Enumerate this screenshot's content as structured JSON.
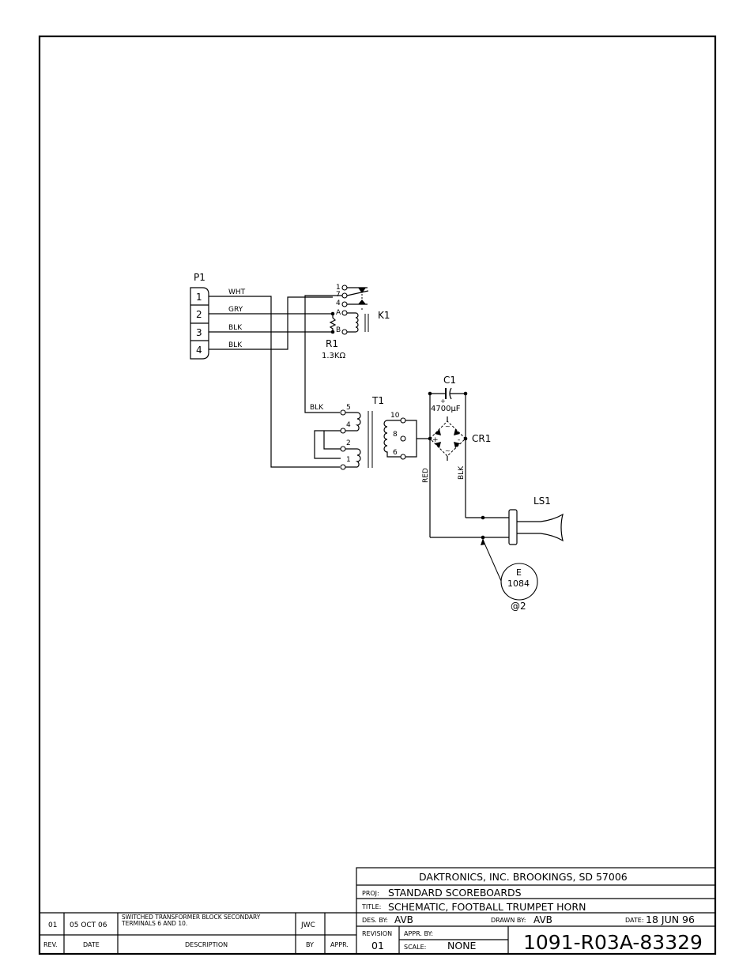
{
  "schematic": {
    "p1": {
      "label": "P1",
      "pins": [
        "1",
        "2",
        "3",
        "4"
      ],
      "wires": [
        "WHT",
        "GRY",
        "BLK",
        "BLK"
      ]
    },
    "k1": {
      "label": "K1",
      "pins": [
        "1",
        "7",
        "4",
        "A",
        "B"
      ]
    },
    "r1": {
      "label": "R1",
      "value": "1.3KΩ"
    },
    "t1": {
      "label": "T1",
      "wire": "BLK",
      "primary_pins": [
        "5",
        "4",
        "2",
        "1"
      ],
      "secondary_pins": [
        "10",
        "8",
        "6"
      ]
    },
    "c1": {
      "label": "C1",
      "value": "4700μF"
    },
    "cr1": {
      "label": "CR1"
    },
    "out_wires": {
      "red": "RED",
      "blk": "BLK"
    },
    "ls1": {
      "label": "LS1"
    },
    "ref": {
      "letter": "E",
      "number": "1084",
      "note": "@2"
    }
  },
  "title_block": {
    "company": "DAKTRONICS,  INC.    BROOKINGS,  SD  57006",
    "proj_label": "PROJ:",
    "proj": "STANDARD  SCOREBOARDS",
    "title_label": "TITLE:",
    "title": "SCHEMATIC,  FOOTBALL  TRUMPET  HORN",
    "des_by_label": "DES. BY:",
    "des_by": "AVB",
    "drawn_by_label": "DRAWN  BY:",
    "drawn_by": "AVB",
    "date_label": "DATE:",
    "date": "18  JUN  96",
    "revision_label": "REVISION",
    "revision": "01",
    "appr_by_label": "APPR.  BY:",
    "scale_label": "SCALE:",
    "scale": "NONE",
    "drawing_number": "1091-R03A-83329"
  },
  "revision_block": {
    "headers": {
      "rev": "REV.",
      "date": "DATE",
      "description": "DESCRIPTION",
      "by": "BY",
      "appr": "APPR."
    },
    "row": {
      "rev": "01",
      "date": "05  OCT  06",
      "description_1": "SWITCHED  TRANSFORMER  BLOCK  SECONDARY",
      "description_2": "TERMINALS  6  AND  10.",
      "by": "JWC",
      "appr": ""
    }
  }
}
